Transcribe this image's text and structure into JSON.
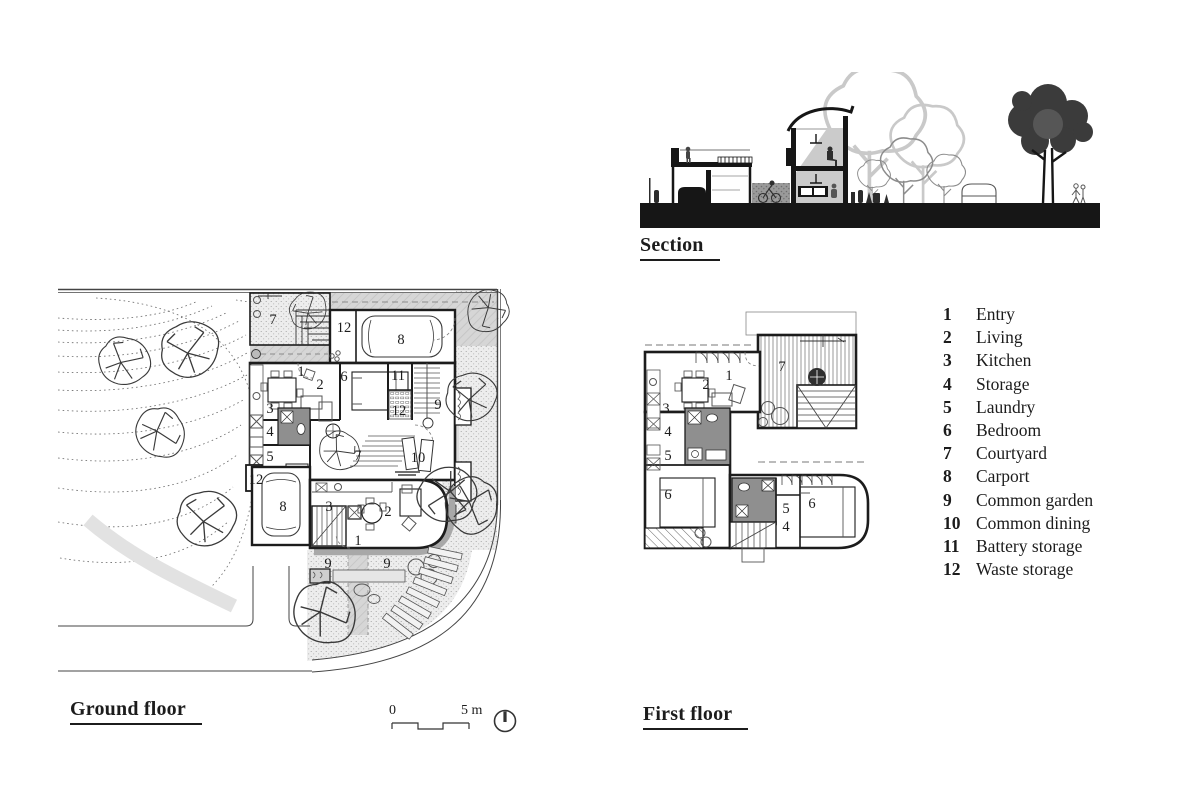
{
  "section": {
    "title": "Section "
  },
  "ground_floor": {
    "title": "Ground floor ",
    "rooms": [
      "7",
      "12",
      "8",
      "1",
      "2",
      "6",
      "11",
      "3",
      "12",
      "4",
      "5",
      "7",
      "10",
      "9",
      "12",
      "8",
      "3",
      "2",
      "1",
      "9",
      "9"
    ]
  },
  "first_floor": {
    "title": "First floor ",
    "rooms": [
      "1",
      "2",
      "3",
      "7",
      "4",
      "5",
      "6",
      "5",
      "6",
      "4"
    ]
  },
  "legend": {
    "items": [
      {
        "number": "1",
        "label": "Entry"
      },
      {
        "number": "2",
        "label": "Living"
      },
      {
        "number": "3",
        "label": "Kitchen"
      },
      {
        "number": "4",
        "label": "Storage"
      },
      {
        "number": "5",
        "label": "Laundry"
      },
      {
        "number": "6",
        "label": "Bedroom"
      },
      {
        "number": "7",
        "label": "Courtyard"
      },
      {
        "number": "8",
        "label": "Carport"
      },
      {
        "number": "9",
        "label": "Common garden"
      },
      {
        "number": "10",
        "label": "Common dining"
      },
      {
        "number": "11",
        "label": "Battery storage"
      },
      {
        "number": "12",
        "label": "Waste storage"
      }
    ]
  },
  "scale_bar": {
    "start": "0",
    "end": "5 m"
  },
  "icons": {
    "north": "north-arrow-icon",
    "tree": "tree-icon"
  },
  "colors": {
    "ink": "#1c1c1c",
    "drive_grey": "#d6d6d6",
    "wet_room_grey": "#8f8f8f",
    "stipple_grey": "#ededed",
    "section_grey": "#cbcbcb",
    "ground_black": "#161616"
  }
}
